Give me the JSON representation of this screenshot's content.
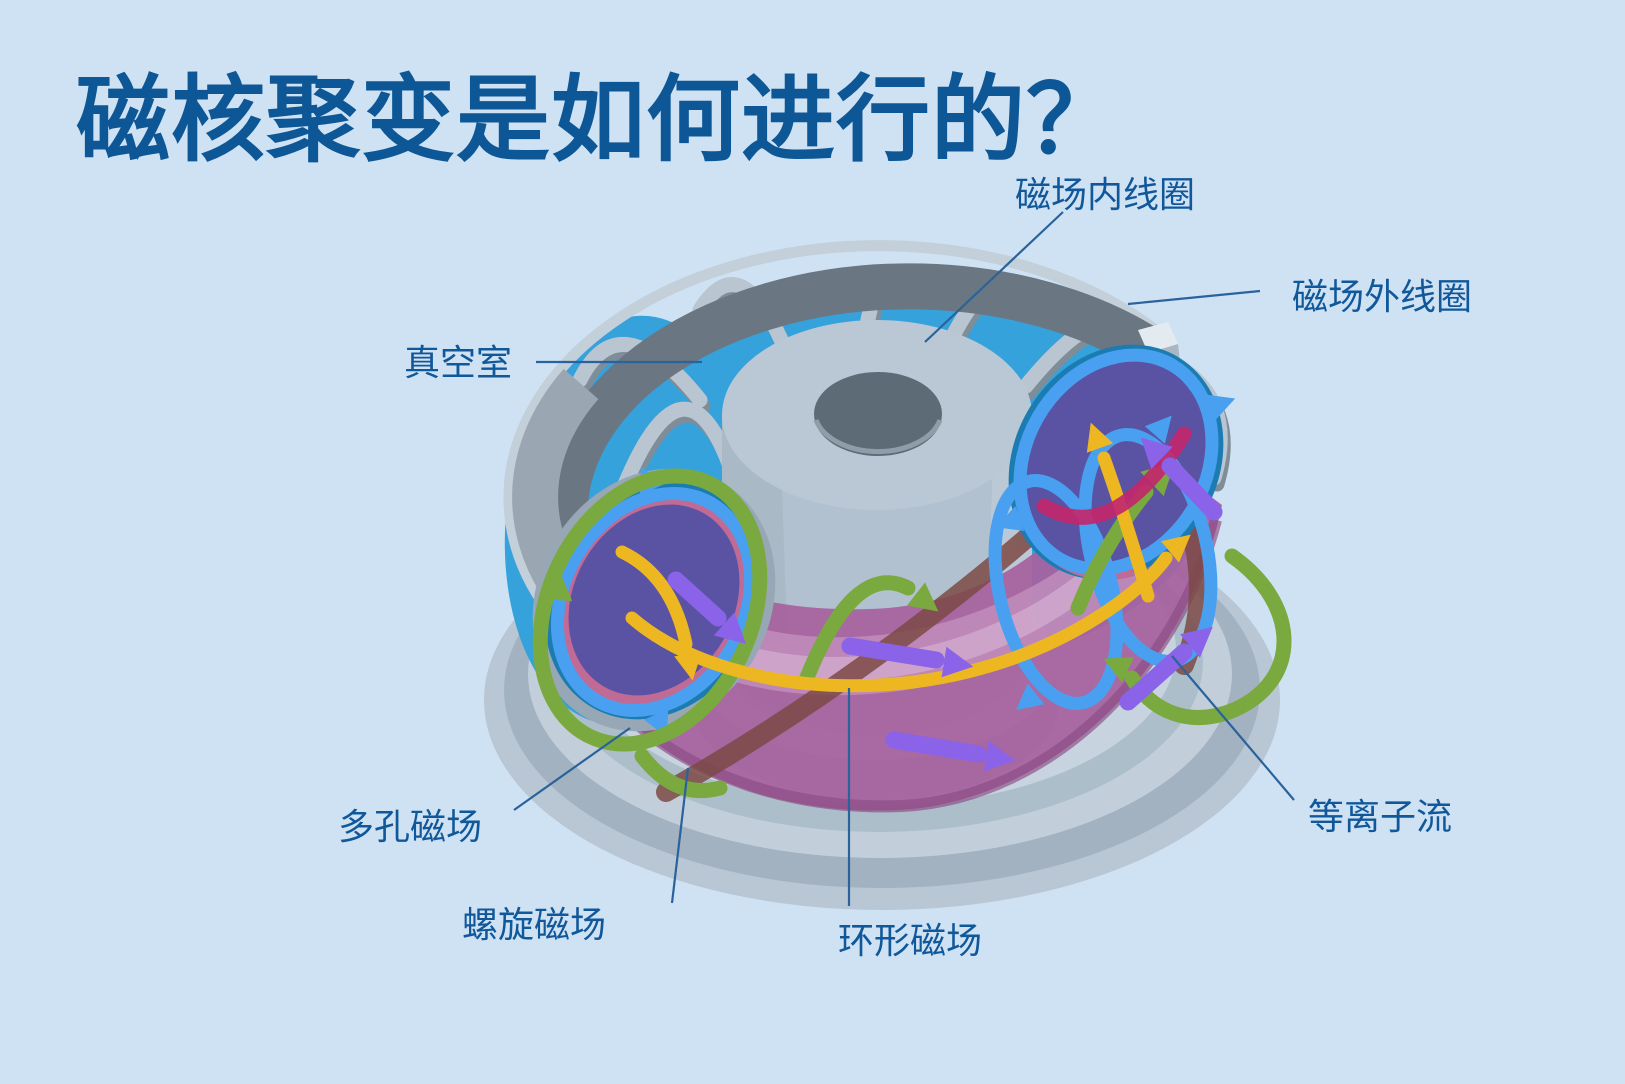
{
  "title": {
    "text": "磁核聚变是如何进行的？"
  },
  "labels": [
    {
      "id": "inner-coil",
      "text": "磁场内线圈"
    },
    {
      "id": "outer-coil",
      "text": "磁场外线圈"
    },
    {
      "id": "vacuum",
      "text": "真空室"
    },
    {
      "id": "porous-field",
      "text": "多孔磁场"
    },
    {
      "id": "spiral-field",
      "text": "螺旋磁场"
    },
    {
      "id": "toroidal-field",
      "text": "环形磁场"
    },
    {
      "id": "plasma-flow",
      "text": "等离子流"
    }
  ],
  "colors": {
    "bg": "#cfe2f4",
    "titleColor": "#0d5796",
    "labelColor": "#10589a",
    "leader": "#2a629b",
    "machineBlue": "#36a2db",
    "holeGray": "#5d6b77",
    "plasma": "#a7619e",
    "sectionPurple": "#5a52a2",
    "teal": "#1b7cb2",
    "pink": "#c06a96",
    "yellow": "#edb722",
    "green": "#7aa93f",
    "blueArrow": "#4aa0f0",
    "purpleArrow": "#8a63e8",
    "crimson": "#c2276d",
    "brown": "#7c4a45"
  }
}
